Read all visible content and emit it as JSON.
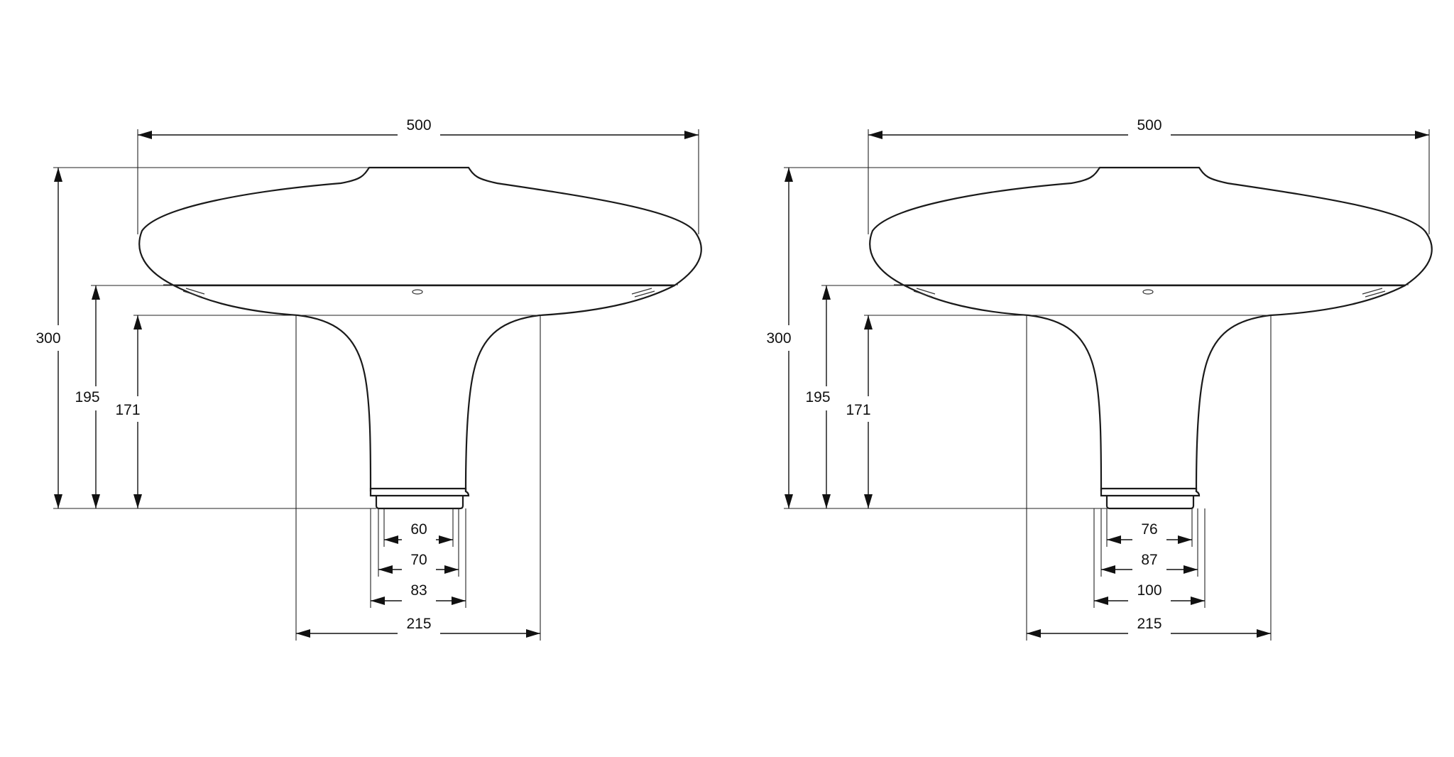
{
  "colors": {
    "line": "#1a1a1a",
    "background": "#ffffff"
  },
  "views": [
    {
      "id": "left",
      "dims": {
        "overall_width": "500",
        "overall_height": "300",
        "height_to_rim": "195",
        "stem_height": "171",
        "dia_inner": "60",
        "dia_mid": "70",
        "dia_outer": "83",
        "stem_top_width": "215"
      }
    },
    {
      "id": "right",
      "dims": {
        "overall_width": "500",
        "overall_height": "300",
        "height_to_rim": "195",
        "stem_height": "171",
        "dia_inner": "76",
        "dia_mid": "87",
        "dia_outer": "100",
        "stem_top_width": "215"
      }
    }
  ]
}
